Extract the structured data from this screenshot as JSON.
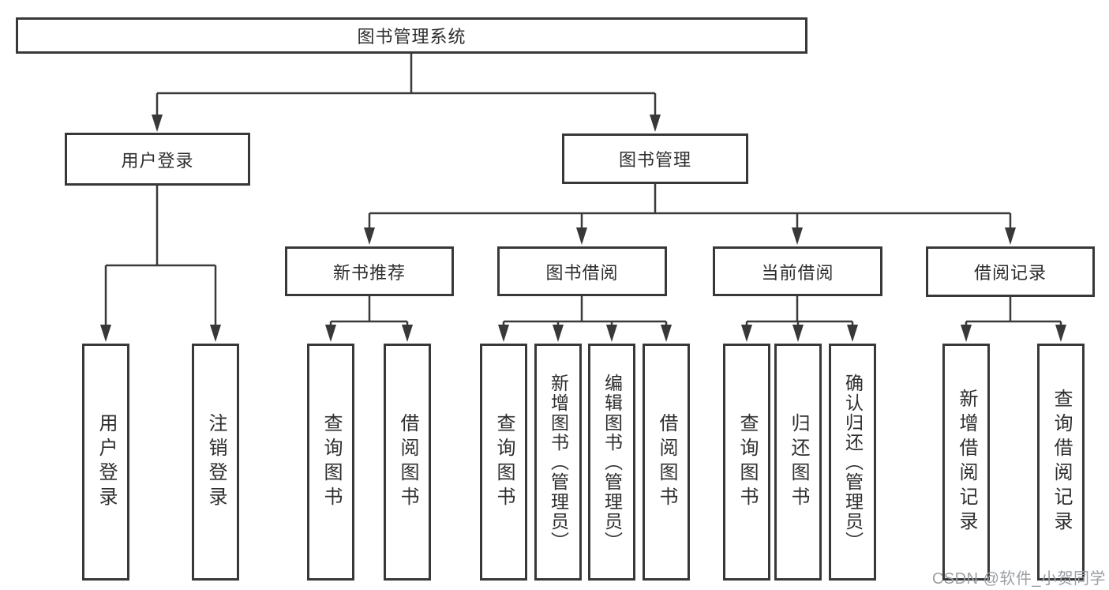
{
  "root": {
    "label": "图书管理系统"
  },
  "branches": [
    {
      "label": "用户登录",
      "children": [
        {
          "label": "用户登录"
        },
        {
          "label": "注销登录"
        }
      ]
    },
    {
      "label": "图书管理",
      "children": [
        {
          "label": "新书推荐",
          "children": [
            {
              "label": "查询图书"
            },
            {
              "label": "借阅图书"
            }
          ]
        },
        {
          "label": "图书借阅",
          "children": [
            {
              "label": "查询图书"
            },
            {
              "label": "新增图书（管理员）"
            },
            {
              "label": "编辑图书（管理员）"
            },
            {
              "label": "借阅图书"
            }
          ]
        },
        {
          "label": "当前借阅",
          "children": [
            {
              "label": "查询图书"
            },
            {
              "label": "归还图书"
            },
            {
              "label": "确认归还（管理员）"
            }
          ]
        },
        {
          "label": "借阅记录",
          "children": [
            {
              "label": "新增借阅记录"
            },
            {
              "label": "查询借阅记录"
            }
          ]
        }
      ]
    }
  ],
  "watermark": {
    "text": "CSDN @软件_小贺同学"
  },
  "colors": {
    "line": "#3a3a3a",
    "border": "#383838",
    "text": "#2e2e2e",
    "background": "#ffffff",
    "watermark": "#9ba0a4"
  }
}
